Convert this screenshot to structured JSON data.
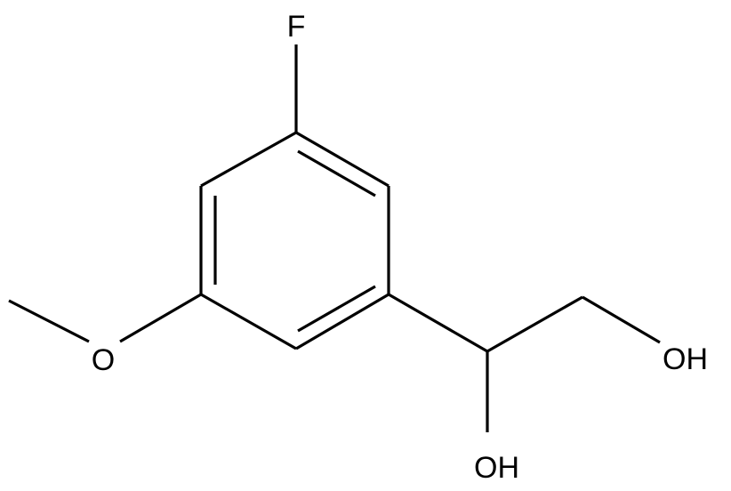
{
  "structure": {
    "atoms": {
      "fluorine": "F",
      "methoxy_oxygen": "O",
      "benzylic_hydroxyl": "OH",
      "terminal_hydroxyl": "OH"
    }
  },
  "colors": {
    "bond": "#000000",
    "label": "#000000",
    "background": "#ffffff"
  }
}
